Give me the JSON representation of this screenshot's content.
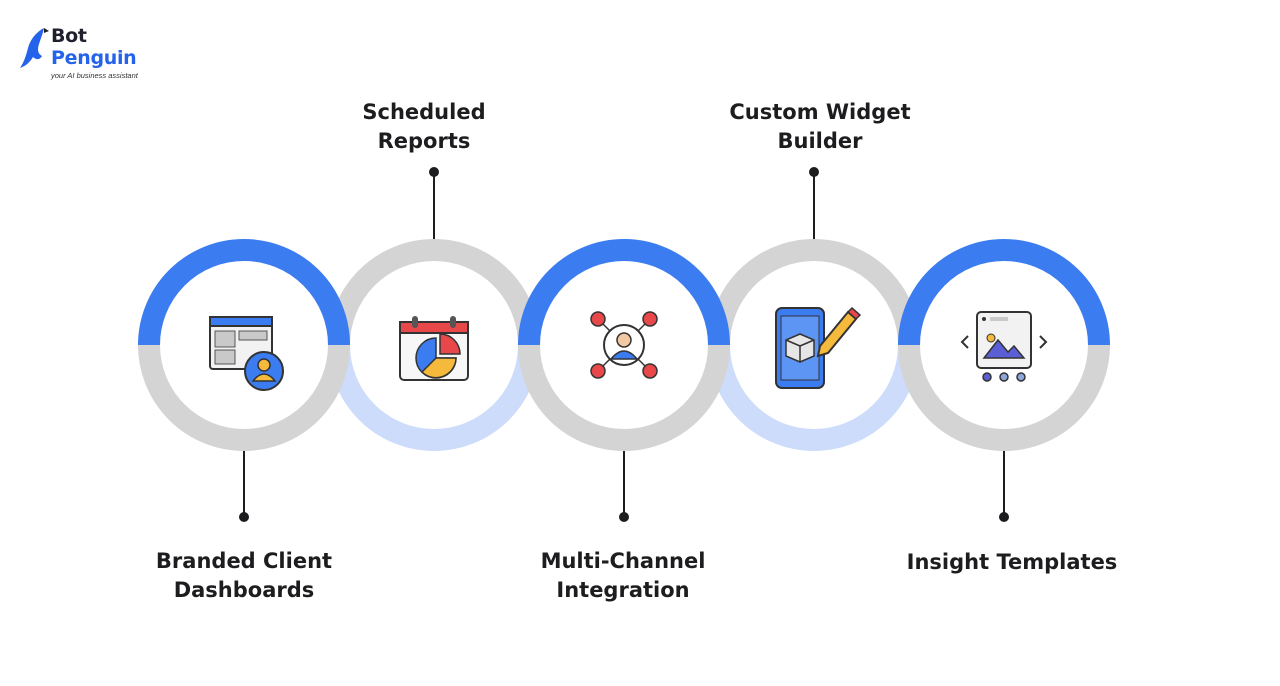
{
  "logo": {
    "line1": "Bot",
    "line2": "Penguin",
    "tagline": "your AI business assistant"
  },
  "colors": {
    "blue": "#3b7cf0",
    "light_blue": "#cddcfb",
    "grey": "#d4d4d4",
    "dark": "#1d1d1f"
  },
  "features": [
    {
      "label": "Branded Client\nDashboards",
      "icon": "dashboard-user-icon"
    },
    {
      "label": "Scheduled\nReports",
      "icon": "calendar-pie-chart-icon"
    },
    {
      "label": "Multi-Channel\nIntegration",
      "icon": "network-user-icon"
    },
    {
      "label": "Custom Widget\nBuilder",
      "icon": "phone-cube-pencil-icon"
    },
    {
      "label": "Insight Templates",
      "icon": "image-carousel-icon"
    }
  ]
}
